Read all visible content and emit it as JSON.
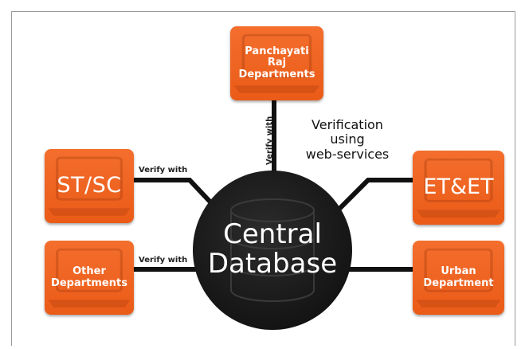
{
  "center": {
    "title": "Central\nDatabase",
    "icon": "database-cylinder-icon",
    "fill": "#151515"
  },
  "annotation": "Verification\nusing\nweb-services",
  "departments": {
    "panchayati": "Panchayati\nRaj\nDepartments",
    "stsc": "ST/SC",
    "other": "Other\nDepartments",
    "etet": "ET&ET",
    "urban": "Urban\nDepartment"
  },
  "connectors": {
    "panchayati": "Verify with",
    "stsc": "Verify with",
    "other": "Verify with"
  },
  "colors": {
    "box": "#ee6320",
    "connector": "#111111",
    "text": "#ffffff"
  },
  "icons": {
    "box_background": "laptop-icon"
  }
}
